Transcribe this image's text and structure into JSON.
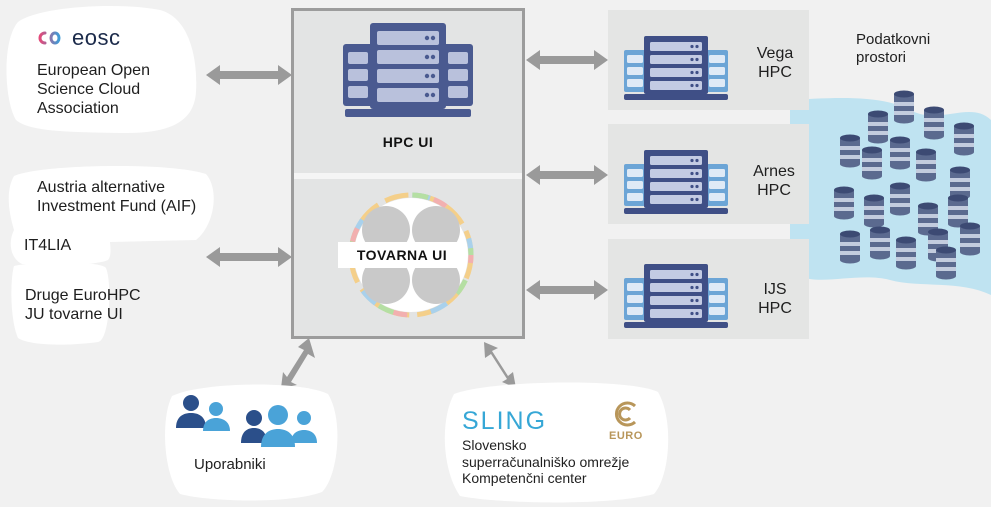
{
  "colors": {
    "background": "#f1f1f1",
    "box": "#e4e5e4",
    "hub_border": "#9c9c9c",
    "arrow": "#9a9a9a",
    "server_dark": "#3f4f86",
    "server_light": "#6ca5d6",
    "data_blue": "#bfe3f1",
    "user_dark": "#2b4f8a",
    "user_light": "#4aa3d8",
    "euro_gold": "#b8965a",
    "sling_blue": "#36a7d6"
  },
  "partners": {
    "eosc_logo": "eosc",
    "eosc_name": "European Open\nScience Cloud\nAssociation",
    "aif": "Austria alternative\nInvestment Fund (AIF)",
    "it4lia": "IT4LIA",
    "eurohpc": "Druge EuroHPC\nJU tovarne UI"
  },
  "hub": {
    "hpc_ui_label": "HPC UI",
    "tovarna_label": "TOVARNA UI"
  },
  "hpc": [
    {
      "label": "Vega\nHPC"
    },
    {
      "label": "Arnes\nHPC"
    },
    {
      "label": "IJS\nHPC"
    }
  ],
  "data_spaces": {
    "label": "Podatkovni\nprostori"
  },
  "users": {
    "label": "Uporabniki"
  },
  "sling": {
    "logo": "SLING",
    "euro_logo": "EURO",
    "text": "Slovensko\nsuperračunalniško omrežje\nKompetenčni center"
  },
  "icons": [
    "server-rack-icon",
    "database-icon",
    "users-icon",
    "double-arrow-icon"
  ]
}
